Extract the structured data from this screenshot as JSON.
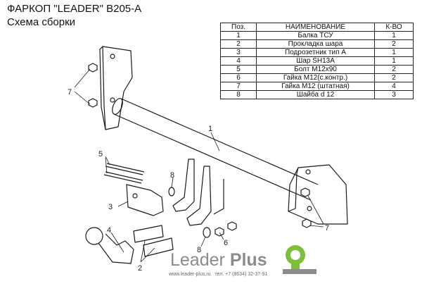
{
  "header": {
    "title": "ФАРКОП \"LEADER\" B205-A",
    "subtitle": "Схема сборки"
  },
  "parts_table": {
    "columns": [
      "Поз.",
      "НАИМЕНОВАНИЕ",
      "К-ВО"
    ],
    "rows": [
      [
        "1",
        "Балка ТСУ",
        "1"
      ],
      [
        "2",
        "Прокладка шара",
        "2"
      ],
      [
        "3",
        "Подрозетник тип А",
        "1"
      ],
      [
        "4",
        "Шар SH13A",
        "1"
      ],
      [
        "5",
        "Болт М12х90",
        "2"
      ],
      [
        "6",
        "Гайка М12(с.контр.)",
        "2"
      ],
      [
        "7",
        "Гайка М12 (штатная)",
        "4"
      ],
      [
        "8",
        "Шайба d 12",
        "3"
      ]
    ]
  },
  "callouts": {
    "c1": "1",
    "c2": "2",
    "c3": "3",
    "c4": "4",
    "c5": "5",
    "c6": "6",
    "c7_left": "7",
    "c7_right": "7",
    "c8_top": "8",
    "c8_bottom": "8"
  },
  "brand": {
    "name_part1": "Leader",
    "name_part2": "Plus",
    "website": "www.leader-plus.ru",
    "phone": "тел. +7 (8634) 32-37-91",
    "logo_icon": "hitch-ball-logo-icon",
    "logo_color": "#7cbf3a"
  }
}
